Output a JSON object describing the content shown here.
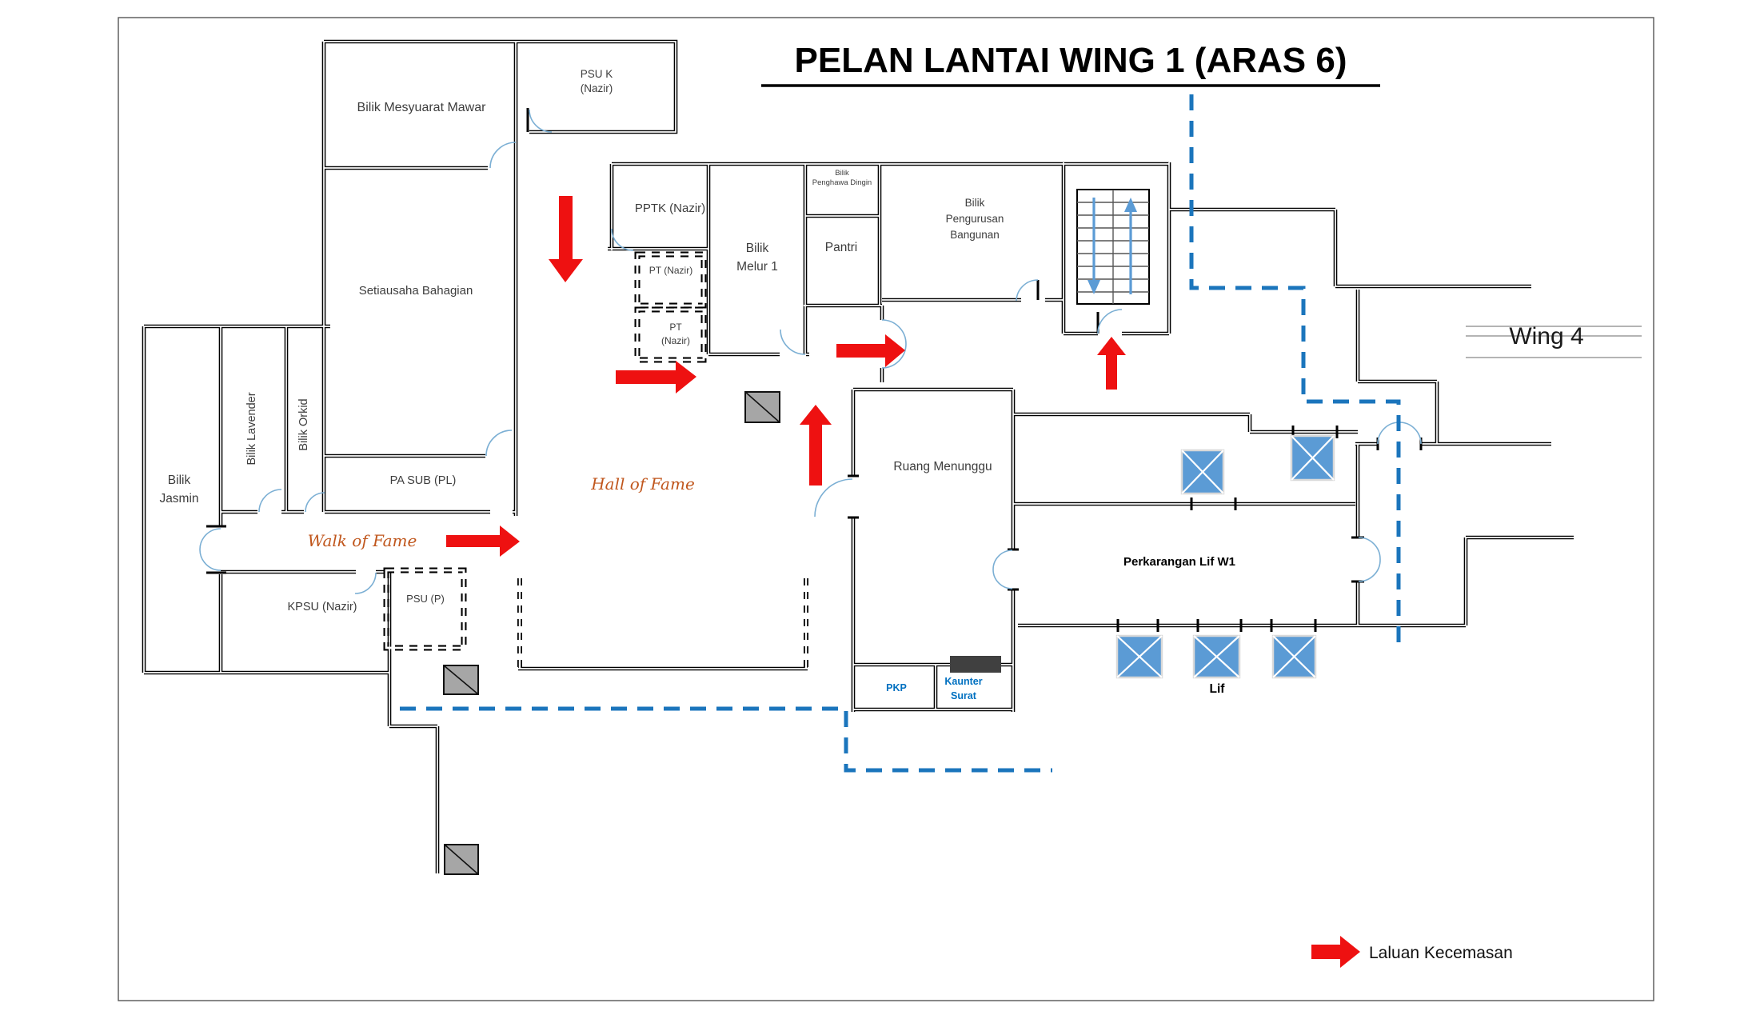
{
  "title": "PELAN LANTAI WING 1 (ARAS 6)",
  "wing4_label": "Wing 4",
  "legend": {
    "emergency_route": "Laluan Kecemasan"
  },
  "corridors": {
    "walk_of_fame": "Walk of Fame",
    "hall_of_fame": "Hall of Fame"
  },
  "rooms": {
    "mawar": "Bilik Mesyuarat Mawar",
    "psu_k_l1": "PSU K",
    "psu_k_l2": "(Nazir)",
    "pptk": "PPTK (Nazir)",
    "pt_nazir_1": "PT  (Nazir)",
    "pt_nazir_2_l1": "PT",
    "pt_nazir_2_l2": "(Nazir)",
    "melur_l1": "Bilik",
    "melur_l2": "Melur 1",
    "penghawa_l1": "Bilik",
    "penghawa_l2": "Penghawa Dingin",
    "pantri": "Pantri",
    "pengurusan_l1": "Bilik",
    "pengurusan_l2": "Pengurusan",
    "pengurusan_l3": "Bangunan",
    "setiausaha": "Setiausaha Bahagian",
    "lavender": "Bilik Lavender",
    "orkid": "Bilik Orkid",
    "jasmin_l1": "Bilik",
    "jasmin_l2": "Jasmin",
    "pa_sub": "PA SUB (PL)",
    "kpsu": "KPSU (Nazir)",
    "psu_p": "PSU (P)",
    "ruang_menunggu": "Ruang Menunggu",
    "perkarangan_lif": "Perkarangan Lif W1",
    "lif": "Lif",
    "pkp": "PKP",
    "kaunter_l1": "Kaunter",
    "kaunter_l2": "Surat"
  },
  "colors": {
    "emergency_red": "#ee1111",
    "route_blue": "#1b75bc",
    "lift_blue": "#5b9bd5",
    "script_orange": "#c0561c",
    "blue_text": "#0070c0",
    "counter_dark": "#404040",
    "column_gray": "#a6a6a6",
    "door_arc_blue": "#7bafd4"
  }
}
